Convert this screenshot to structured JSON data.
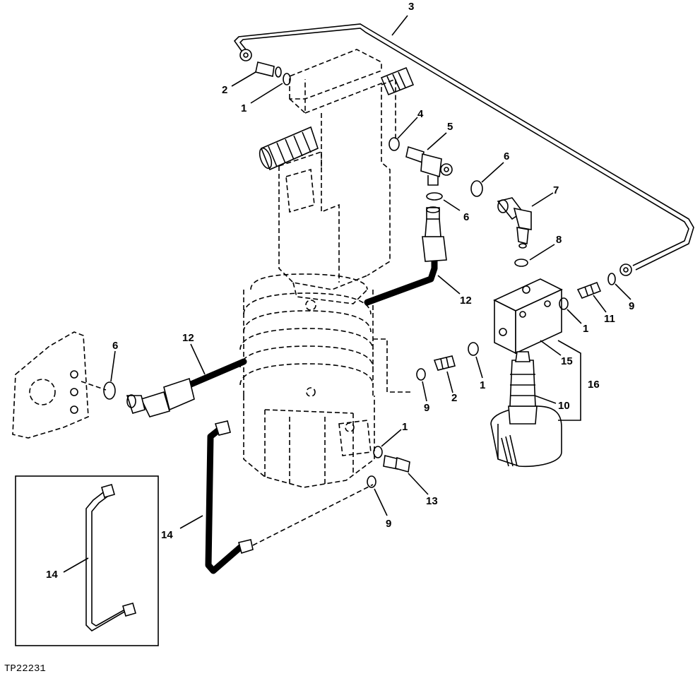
{
  "callouts": [
    {
      "id": "c1a",
      "label": "1"
    },
    {
      "id": "c2a",
      "label": "2"
    },
    {
      "id": "c3",
      "label": "3"
    },
    {
      "id": "c4",
      "label": "4"
    },
    {
      "id": "c5",
      "label": "5"
    },
    {
      "id": "c6a",
      "label": "6"
    },
    {
      "id": "c6b",
      "label": "6"
    },
    {
      "id": "c7",
      "label": "7"
    },
    {
      "id": "c8",
      "label": "8"
    },
    {
      "id": "c12a",
      "label": "12"
    },
    {
      "id": "c9a",
      "label": "9"
    },
    {
      "id": "c11",
      "label": "11"
    },
    {
      "id": "c1b",
      "label": "1"
    },
    {
      "id": "c6c",
      "label": "6"
    },
    {
      "id": "c12b",
      "label": "12"
    },
    {
      "id": "c15",
      "label": "15"
    },
    {
      "id": "c16",
      "label": "16"
    },
    {
      "id": "c1c",
      "label": "1"
    },
    {
      "id": "c2b",
      "label": "2"
    },
    {
      "id": "c9b",
      "label": "9"
    },
    {
      "id": "c10",
      "label": "10"
    },
    {
      "id": "c1d",
      "label": "1"
    },
    {
      "id": "c13",
      "label": "13"
    },
    {
      "id": "c9c",
      "label": "9"
    },
    {
      "id": "c14a",
      "label": "14"
    },
    {
      "id": "c14b",
      "label": "14"
    }
  ],
  "figure_code": "TP22231"
}
